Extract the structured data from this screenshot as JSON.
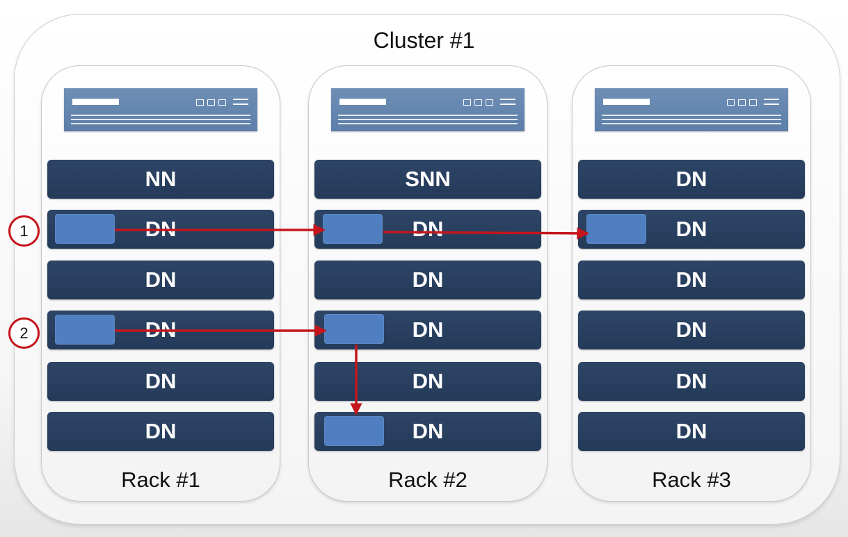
{
  "cluster": {
    "title": "Cluster #1"
  },
  "racks": [
    {
      "label": "Rack #1",
      "nodes": [
        "NN",
        "DN",
        "DN",
        "DN",
        "DN",
        "DN"
      ]
    },
    {
      "label": "Rack #2",
      "nodes": [
        "SNN",
        "DN",
        "DN",
        "DN",
        "DN",
        "DN"
      ]
    },
    {
      "label": "Rack #3",
      "nodes": [
        "DN",
        "DN",
        "DN",
        "DN",
        "DN",
        "DN"
      ]
    }
  ],
  "markers": [
    {
      "label": "1"
    },
    {
      "label": "2"
    }
  ],
  "colors": {
    "node": "#2a405f",
    "block": "#4f7fc0",
    "arrow": "#c4161c",
    "rack_header": "#6283ad"
  }
}
